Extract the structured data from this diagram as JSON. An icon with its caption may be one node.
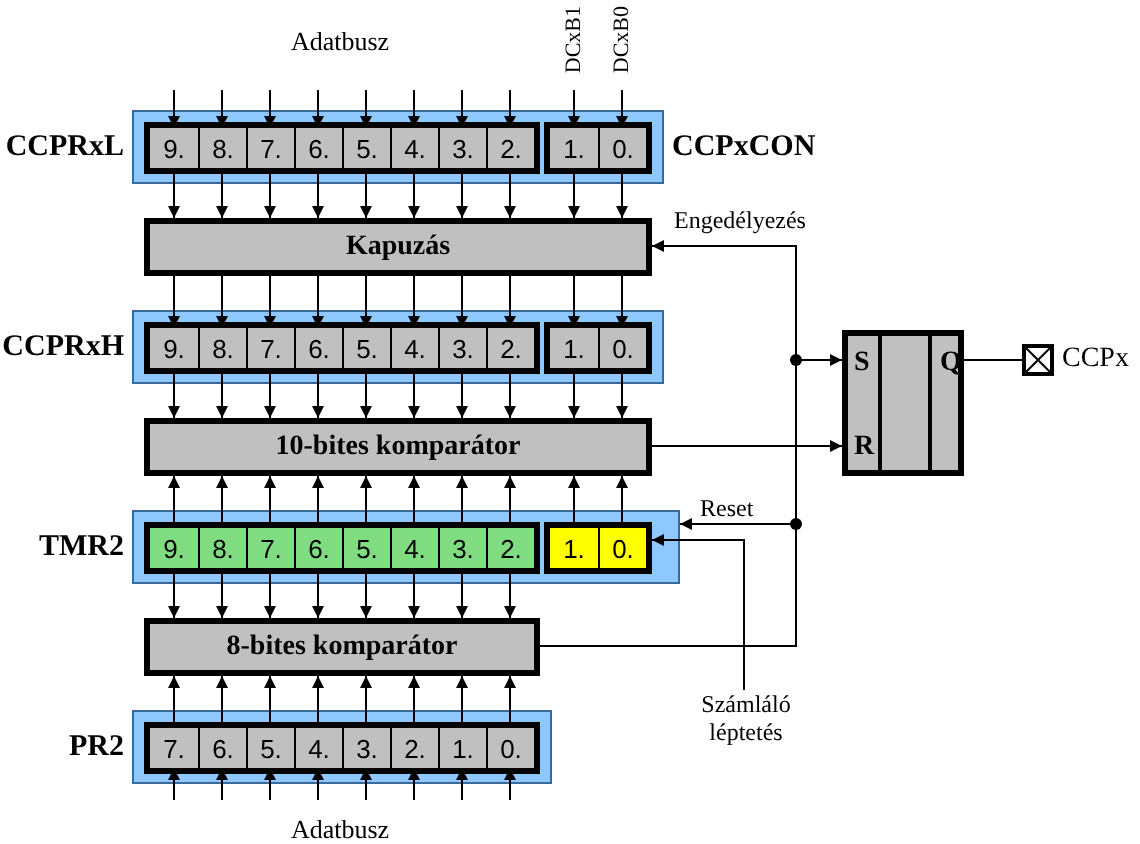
{
  "diagram": {
    "nodes": [
      {
        "text": [],
        "shape": "box"
      },
      {
        "text": [],
        "shape": "box",
        "in": 0,
        "beside": [
          "CCPRxL"
        ]
      },
      {
        "text": [
          "9."
        ],
        "in": 1
      },
      {
        "text": [
          "8."
        ],
        "in": 1
      },
      {
        "text": [
          "7."
        ],
        "in": 1
      },
      {
        "text": [
          "6."
        ],
        "in": 1
      },
      {
        "text": [
          "5."
        ],
        "in": 1
      },
      {
        "text": [
          "4."
        ],
        "in": 1
      },
      {
        "text": [
          "3."
        ],
        "in": 1
      },
      {
        "text": [
          "2."
        ],
        "in": 1
      },
      {
        "text": [],
        "shape": "box",
        "in": 0,
        "beside": [
          "CCPxCON"
        ]
      },
      {
        "text": [
          "1."
        ],
        "in": 10
      },
      {
        "text": [
          "0."
        ],
        "in": 10
      },
      {
        "text": [
          "Kapuzás"
        ]
      },
      {
        "text": [],
        "shape": "box"
      },
      {
        "text": [],
        "shape": "box",
        "in": 14,
        "beside": [
          "CCPRxH"
        ]
      },
      {
        "text": [
          "9."
        ],
        "in": 15
      },
      {
        "text": [
          "8."
        ],
        "in": 15
      },
      {
        "text": [
          "7."
        ],
        "in": 15
      },
      {
        "text": [
          "6."
        ],
        "in": 15
      },
      {
        "text": [
          "5."
        ],
        "in": 15
      },
      {
        "text": [
          "4."
        ],
        "in": 15
      },
      {
        "text": [
          "3."
        ],
        "in": 15
      },
      {
        "text": [
          "2."
        ],
        "in": 15
      },
      {
        "text": [],
        "shape": "box",
        "in": 14
      },
      {
        "text": [
          "1."
        ],
        "in": 24
      },
      {
        "text": [
          "0."
        ],
        "in": 24
      },
      {
        "text": [
          "10-bites komparátor"
        ]
      },
      {
        "text": [],
        "shape": "box"
      },
      {
        "text": [],
        "shape": "box",
        "in": 28,
        "beside": [
          "TMR2"
        ]
      },
      {
        "text": [
          "9."
        ],
        "in": 29
      },
      {
        "text": [
          "8."
        ],
        "in": 29
      },
      {
        "text": [
          "7."
        ],
        "in": 29
      },
      {
        "text": [
          "6."
        ],
        "in": 29
      },
      {
        "text": [
          "5."
        ],
        "in": 29
      },
      {
        "text": [
          "4."
        ],
        "in": 29
      },
      {
        "text": [
          "3."
        ],
        "in": 29
      },
      {
        "text": [
          "2."
        ],
        "in": 29
      },
      {
        "text": [],
        "shape": "box",
        "in": 28
      },
      {
        "text": [
          "1."
        ],
        "in": 38
      },
      {
        "text": [
          "0."
        ],
        "in": 38
      },
      {
        "text": [
          "8-bites komparátor"
        ]
      },
      {
        "text": [],
        "shape": "box"
      },
      {
        "text": [],
        "shape": "box",
        "in": 42,
        "beside": [
          "PR2"
        ]
      },
      {
        "text": [
          "7."
        ],
        "in": 43
      },
      {
        "text": [
          "6."
        ],
        "in": 43
      },
      {
        "text": [
          "5."
        ],
        "in": 43
      },
      {
        "text": [
          "4."
        ],
        "in": 43
      },
      {
        "text": [
          "3."
        ],
        "in": 43
      },
      {
        "text": [
          "2."
        ],
        "in": 43
      },
      {
        "text": [
          "1."
        ],
        "in": 43
      },
      {
        "text": [
          "0."
        ],
        "in": 43
      },
      {
        "text": [
          "S",
          "Q",
          "R"
        ]
      },
      {
        "text": [],
        "shape": "box",
        "beside": [
          "CCPx"
        ]
      },
      {
        "text": [
          "Számláló léptetés"
        ]
      }
    ],
    "edges": [
      {
        "from": null,
        "to": 2,
        "arrow": "to"
      },
      {
        "from": null,
        "to": 3,
        "arrow": "to"
      },
      {
        "from": null,
        "to": 4,
        "arrow": "to"
      },
      {
        "from": null,
        "to": 5,
        "arrow": "to"
      },
      {
        "from": null,
        "to": 6,
        "arrow": "to"
      },
      {
        "from": null,
        "to": 7,
        "arrow": "to"
      },
      {
        "from": null,
        "to": 8,
        "arrow": "to"
      },
      {
        "from": null,
        "to": 9,
        "arrow": "to"
      },
      {
        "from": null,
        "to": 11,
        "arrow": "to"
      },
      {
        "from": null,
        "to": 12,
        "arrow": "to"
      },
      {
        "from": 2,
        "to": 13,
        "arrow": "to"
      },
      {
        "from": 3,
        "to": 13,
        "arrow": "to"
      },
      {
        "from": 4,
        "to": 13,
        "arrow": "to"
      },
      {
        "from": 5,
        "to": 13,
        "arrow": "to"
      },
      {
        "from": 6,
        "to": 13,
        "arrow": "to"
      },
      {
        "from": 7,
        "to": 13,
        "arrow": "to"
      },
      {
        "from": 8,
        "to": 13,
        "arrow": "to"
      },
      {
        "from": 9,
        "to": 13,
        "arrow": "to"
      },
      {
        "from": 11,
        "to": 13,
        "arrow": "to"
      },
      {
        "from": 12,
        "to": 13,
        "arrow": "to"
      },
      {
        "from": 13,
        "to": 16,
        "arrow": "to"
      },
      {
        "from": 13,
        "to": 17,
        "arrow": "to"
      },
      {
        "from": 13,
        "to": 18,
        "arrow": "to"
      },
      {
        "from": 13,
        "to": 19,
        "arrow": "to"
      },
      {
        "from": 13,
        "to": 20,
        "arrow": "to"
      },
      {
        "from": 13,
        "to": 21,
        "arrow": "to"
      },
      {
        "from": 13,
        "to": 22,
        "arrow": "to"
      },
      {
        "from": 13,
        "to": 23,
        "arrow": "to"
      },
      {
        "from": 13,
        "to": 25,
        "arrow": "to"
      },
      {
        "from": 13,
        "to": 26,
        "arrow": "to"
      },
      {
        "from": 16,
        "to": 27,
        "arrow": "to"
      },
      {
        "from": 17,
        "to": 27,
        "arrow": "to"
      },
      {
        "from": 18,
        "to": 27,
        "arrow": "to"
      },
      {
        "from": 19,
        "to": 27,
        "arrow": "to"
      },
      {
        "from": 20,
        "to": 27,
        "arrow": "to"
      },
      {
        "from": 21,
        "to": 27,
        "arrow": "to"
      },
      {
        "from": 22,
        "to": 27,
        "arrow": "to"
      },
      {
        "from": 23,
        "to": 27,
        "arrow": "to"
      },
      {
        "from": 25,
        "to": 27,
        "arrow": "to"
      },
      {
        "from": 26,
        "to": 27,
        "arrow": "to"
      },
      {
        "from": 30,
        "to": 27,
        "arrow": "to"
      },
      {
        "from": 31,
        "to": 27,
        "arrow": "to"
      },
      {
        "from": 32,
        "to": 27,
        "arrow": "to"
      },
      {
        "from": 33,
        "to": 27,
        "arrow": "to"
      },
      {
        "from": 34,
        "to": 27,
        "arrow": "to"
      },
      {
        "from": 35,
        "to": 27,
        "arrow": "to"
      },
      {
        "from": 36,
        "to": 27,
        "arrow": "to"
      },
      {
        "from": 37,
        "to": 27,
        "arrow": "to"
      },
      {
        "from": 39,
        "to": 27,
        "arrow": "to"
      },
      {
        "from": 40,
        "to": 27,
        "arrow": "to"
      },
      {
        "from": 30,
        "to": 41,
        "arrow": "to"
      },
      {
        "from": 31,
        "to": 41,
        "arrow": "to"
      },
      {
        "from": 32,
        "to": 41,
        "arrow": "to"
      },
      {
        "from": 33,
        "to": 41,
        "arrow": "to"
      },
      {
        "from": 34,
        "to": 41,
        "arrow": "to"
      },
      {
        "from": 35,
        "to": 41,
        "arrow": "to"
      },
      {
        "from": 36,
        "to": 41,
        "arrow": "to"
      },
      {
        "from": 37,
        "to": 41,
        "arrow": "to"
      },
      {
        "from": 44,
        "to": 41,
        "arrow": "to"
      },
      {
        "from": 45,
        "to": 41,
        "arrow": "to"
      },
      {
        "from": 46,
        "to": 41,
        "arrow": "to"
      },
      {
        "from": 47,
        "to": 41,
        "arrow": "to"
      },
      {
        "from": 48,
        "to": 41,
        "arrow": "to"
      },
      {
        "from": 49,
        "to": 41,
        "arrow": "to"
      },
      {
        "from": 50,
        "to": 41,
        "arrow": "to"
      },
      {
        "from": 51,
        "to": 41,
        "arrow": "to"
      },
      {
        "from": null,
        "to": 44,
        "arrow": "to"
      },
      {
        "from": null,
        "to": 45,
        "arrow": "to"
      },
      {
        "from": null,
        "to": 46,
        "arrow": "to"
      },
      {
        "from": null,
        "to": 47,
        "arrow": "to"
      },
      {
        "from": null,
        "to": 48,
        "arrow": "to"
      },
      {
        "from": null,
        "to": 49,
        "arrow": "to"
      },
      {
        "from": null,
        "to": 50,
        "arrow": "to"
      },
      {
        "from": null,
        "to": 51,
        "arrow": "to"
      },
      {
        "from": 41,
        "to": 13,
        "arrow": "to",
        "label": "Engedélyezés"
      },
      {
        "from": 41,
        "to": 52,
        "arrow": "to"
      },
      {
        "from": 41,
        "to": 28,
        "arrow": "to",
        "label": "Reset"
      },
      {
        "from": 27,
        "to": 52,
        "arrow": "to"
      },
      {
        "from": 52,
        "to": 53,
        "arrow": "none"
      },
      {
        "from": 54,
        "to": 38,
        "arrow": "to"
      }
    ],
    "labels": [
      "Adatbusz",
      "DCxB1",
      "DCxB0",
      "Adatbusz"
    ]
  }
}
